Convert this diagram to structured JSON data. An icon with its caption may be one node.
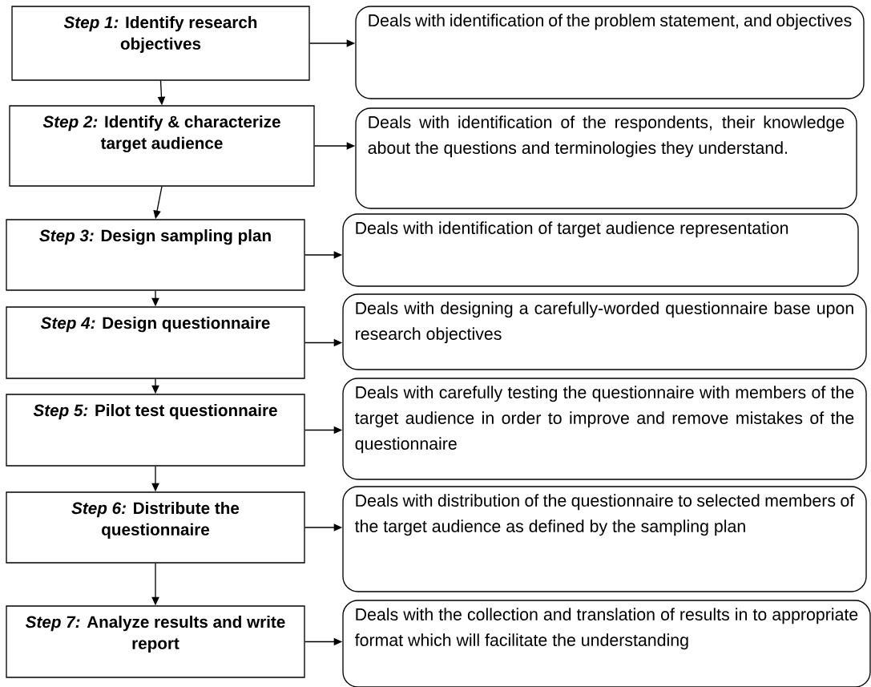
{
  "diagram": {
    "nodes": [
      {
        "text": [
          "*Step 1:* Identify research objectives"
        ]
      },
      {
        "text": [
          "Deals with identification of the problem statement, and objectives"
        ]
      },
      {
        "text": [
          "*Step 2:* Identify & characterize target audience"
        ]
      },
      {
        "text": [
          "Deals with identification of the respondents, their knowledge about the questions and terminologies they understand."
        ]
      },
      {
        "text": [
          "*Step 3:* Design sampling plan"
        ]
      },
      {
        "text": [
          "Deals with identification of target audience representation"
        ]
      },
      {
        "text": [
          "*Step 4:* Design questionnaire"
        ]
      },
      {
        "text": [
          "Deals with designing a carefully-worded questionnaire base upon research objectives"
        ]
      },
      {
        "text": [
          "*Step 5:* Pilot test questionnaire"
        ]
      },
      {
        "text": [
          "Deals with carefully testing the questionnaire with members of the target audience in order to improve and remove mistakes of the questionnaire"
        ]
      },
      {
        "text": [
          "*Step 6:* Distribute the questionnaire"
        ]
      },
      {
        "text": [
          "Deals with distribution of the questionnaire to selected members of the target audience as defined by the sampling plan"
        ]
      },
      {
        "text": [
          "*Step 7:* Analyze results and write report"
        ]
      },
      {
        "text": [
          "Deals with the collection and translation of results in to appropriate format which will facilitate the understanding"
        ]
      }
    ],
    "edges": [
      {
        "from": 0,
        "to": 1,
        "arrow": "to"
      },
      {
        "from": 0,
        "to": 2,
        "arrow": "to"
      },
      {
        "from": 2,
        "to": 3,
        "arrow": "to"
      },
      {
        "from": 2,
        "to": 4,
        "arrow": "to"
      },
      {
        "from": 4,
        "to": 5,
        "arrow": "to"
      },
      {
        "from": 4,
        "to": 6,
        "arrow": "to"
      },
      {
        "from": 6,
        "to": 7,
        "arrow": "to"
      },
      {
        "from": 6,
        "to": 8,
        "arrow": "to"
      },
      {
        "from": 8,
        "to": 9,
        "arrow": "to"
      },
      {
        "from": 8,
        "to": 10,
        "arrow": "to"
      },
      {
        "from": 10,
        "to": 11,
        "arrow": "to"
      },
      {
        "from": 10,
        "to": 12,
        "arrow": "to"
      },
      {
        "from": 12,
        "to": 13,
        "arrow": "to"
      }
    ]
  }
}
